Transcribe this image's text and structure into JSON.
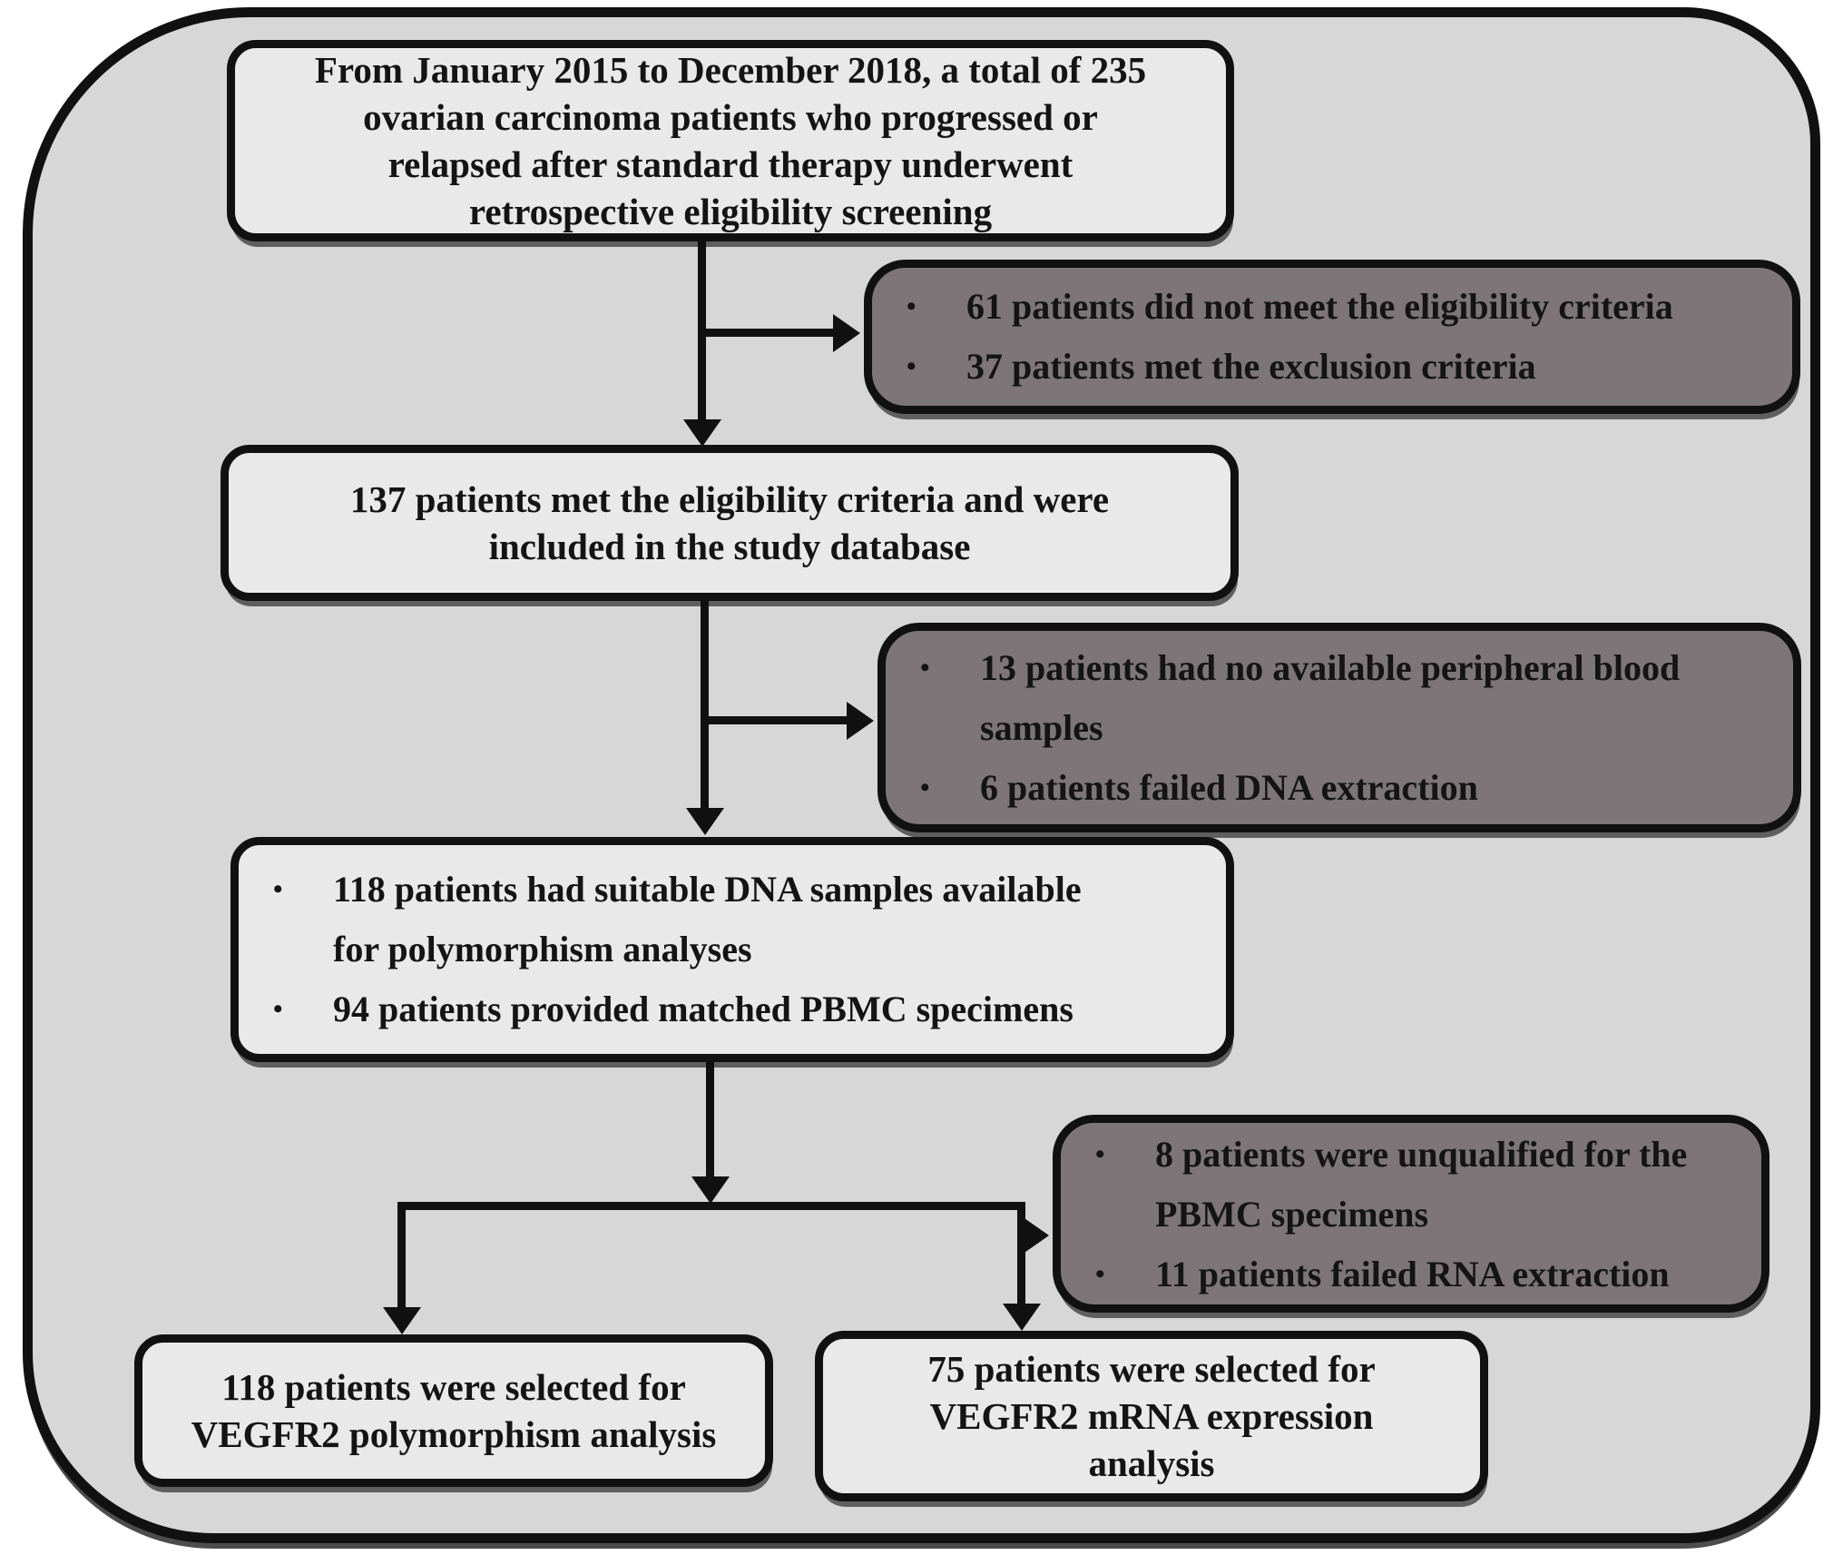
{
  "figure": {
    "type": "patient-flow-diagram",
    "bullet_glyph": "•",
    "colors": {
      "page_background": "#ffffff",
      "frame_background": "#d7d7d7",
      "light_box_background": "#e9e9e9",
      "dark_box_background": "#7d7577",
      "border_and_lines": "#111111",
      "text": "#141414"
    },
    "boxes": {
      "screening": {
        "text": "From January 2015 to December 2018, a total of 235\novarian carcinoma patients who progressed or\nrelapsed after standard therapy underwent\nretrospective eligibility screening"
      },
      "exclusion1": {
        "items": [
          "61 patients did not meet the eligibility criteria",
          "37 patients met the exclusion criteria"
        ]
      },
      "eligible": {
        "text": "137 patients met the eligibility criteria and were\nincluded in the study database"
      },
      "exclusion2": {
        "items": [
          "13 patients had no available peripheral blood\nsamples",
          "6 patients failed DNA extraction"
        ]
      },
      "dna_samples": {
        "items": [
          "118 patients had suitable DNA samples available\nfor polymorphism analyses",
          "94 patients provided matched PBMC specimens"
        ]
      },
      "exclusion3": {
        "items": [
          "8 patients were unqualified for the\nPBMC specimens",
          "11 patients failed RNA extraction"
        ]
      },
      "polymorphism": {
        "text": "118 patients were selected for\nVEGFR2 polymorphism analysis"
      },
      "mrna": {
        "text": "75 patients were selected for\nVEGFR2 mRNA expression\nanalysis"
      }
    }
  }
}
